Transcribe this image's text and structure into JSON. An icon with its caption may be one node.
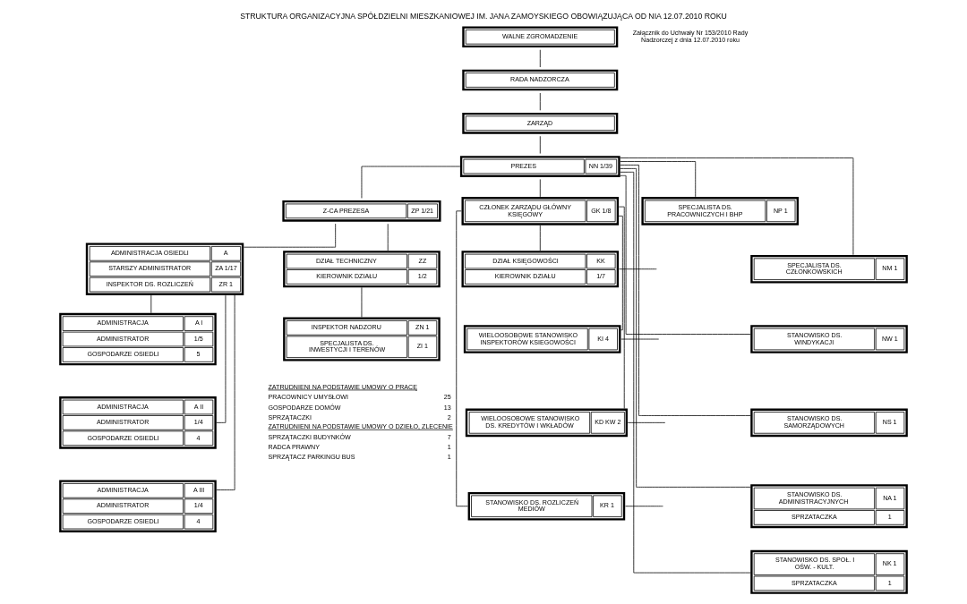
{
  "diagram": {
    "title": "STRUKTURA ORGANIZACYJNA SPÓŁDZIELNI MIESZKANIOWEJ IM. JANA ZAMOYSKIEGO OBOWIĄZUJĄCA OD NIA 12.07.2010 ROKU",
    "nodes": [
      {
        "text": [
          "WALNE ZGROMADZENIE"
        ]
      },
      {
        "text": [
          "RADA NADZORCZA"
        ]
      },
      {
        "text": [
          "ZARZĄD"
        ]
      },
      {
        "text": [
          "PREZES",
          "NN 1/39"
        ]
      },
      {
        "text": [
          "Z-CA PREZESA",
          "ZP 1/21"
        ]
      },
      {
        "text": [
          "CZŁONEK ZARZĄDU GŁÓWNY KSIĘGOWY",
          "GK 1/8"
        ]
      },
      {
        "text": [
          "ADMINISTRACJA OSIEDLI",
          "A",
          "STARSZY ADMINISTRATOR",
          "ZA 1/17",
          "INSPEKTOR DS. ROZLICZEŃ",
          "ZR 1"
        ]
      },
      {
        "text": [
          "ADMINISTRACJA",
          "A I",
          "ADMINISTRATOR",
          "1/5",
          "GOSPODARZE OSIEDLI",
          "5"
        ]
      },
      {
        "text": [
          "ADMINISTRACJA",
          "A II",
          "ADMINISTRATOR",
          "1/4",
          "GOSPODARZE OSIEDLI",
          "4"
        ]
      },
      {
        "text": [
          "ADMINISTRACJA",
          "A III",
          "ADMINISTRATOR",
          "1/4",
          "GOSPODARZE OSIEDLI",
          "4"
        ]
      },
      {
        "text": [
          "DZIAŁ TECHNICZNY",
          "ZZ",
          "KIEROWNIK DZIAŁU",
          "1/2"
        ]
      },
      {
        "text": [
          "INSPEKTOR NADZORU",
          "ZN 1",
          "SPECJALISTA DS. INWESTYCJI I TERENÓW",
          "ZI 1"
        ]
      },
      {
        "text": [
          "SPECJALISTA DS. PRACOWNICZYCH I BHP",
          "NP 1"
        ]
      },
      {
        "text": [
          "SPECJALISTA DS. CZŁONKOWSKICH",
          "NM 1"
        ]
      },
      {
        "text": [
          "STANOWISKO DS. WINDYKACJI",
          "NW 1"
        ]
      },
      {
        "text": [
          "STANOWISKO DS. SAMORZĄDOWYCH",
          "NS 1"
        ]
      },
      {
        "text": [
          "STANOWISKO DS. ADMINISTRACYJNYCH",
          "NA 1",
          "SPRZATACZKA",
          "1"
        ]
      },
      {
        "text": [
          "STANOWISKO DS. SPOŁ. I OŚW. - KULT.",
          "NK 1",
          "SPRZATACZKA",
          "1"
        ]
      },
      {
        "text": [
          "DZIAŁ KSIĘGOWOŚCI",
          "KK",
          "KIEROWNIK DZIAŁU",
          "1/7"
        ]
      },
      {
        "text": [
          "WIELOOSOBOWE STANOWISKO INSPEKTORÓW KSIEGOWOŚCI",
          "KI 4"
        ]
      },
      {
        "text": [
          "WIELOOSOBOWE STANOWISKO DS. KREDYTÓW I WKŁADÓW",
          "KD KW 2"
        ]
      },
      {
        "text": [
          "STANOWISKO DS. ROZLICZEŃ MEDIÓW",
          "KR 1"
        ]
      }
    ],
    "edges": [
      {
        "from": 0,
        "to": 1,
        "arrow": "none"
      },
      {
        "from": 1,
        "to": 2,
        "arrow": "none"
      },
      {
        "from": 2,
        "to": 3,
        "arrow": "none"
      },
      {
        "from": 3,
        "to": 4,
        "arrow": "none"
      },
      {
        "from": 3,
        "to": 5,
        "arrow": "none"
      },
      {
        "from": 4,
        "to": 6,
        "arrow": "none"
      },
      {
        "from": 4,
        "to": 10,
        "arrow": "none"
      },
      {
        "from": 10,
        "to": 11,
        "arrow": "none"
      },
      {
        "from": 6,
        "to": 7,
        "arrow": "none"
      },
      {
        "from": 6,
        "to": 8,
        "arrow": "none"
      },
      {
        "from": 6,
        "to": 9,
        "arrow": "none"
      },
      {
        "from": 3,
        "to": 12,
        "arrow": "none"
      },
      {
        "from": 3,
        "to": 13,
        "arrow": "none"
      },
      {
        "from": 3,
        "to": 14,
        "arrow": "none"
      },
      {
        "from": 3,
        "to": 15,
        "arrow": "none"
      },
      {
        "from": 3,
        "to": 16,
        "arrow": "none"
      },
      {
        "from": 3,
        "to": 17,
        "arrow": "none"
      },
      {
        "from": 5,
        "to": 18,
        "arrow": "none"
      },
      {
        "from": 5,
        "to": 19,
        "arrow": "none"
      },
      {
        "from": 5,
        "to": 20,
        "arrow": "none"
      },
      {
        "from": 5,
        "to": 21,
        "arrow": "none"
      },
      {
        "from": 18,
        "to": null,
        "arrow": "none"
      },
      {
        "from": 19,
        "to": null,
        "arrow": "none"
      },
      {
        "from": 20,
        "to": null,
        "arrow": "none"
      },
      {
        "from": 21,
        "to": null,
        "arrow": "none"
      }
    ],
    "labels": [
      "Załącznik do Uchwały Nr 153/2010 Rady Nadzorczej z dnia 12.07.2010 roku",
      "ZATRUDNIENI NA PODSTAWIE UMOWY O PRACĘ",
      "PRACOWNICY UMYSŁOWI",
      "25",
      "GOSPODARZE DOMÓW",
      "13",
      "SPRZĄTACZKI",
      "2",
      "ZATRUDNIENI NA PODSTAWIE UMOWY O DZIEŁO, ZLECENIE",
      "SPRZĄTACZKI BUDYNKÓW",
      "7",
      "RADCA PRAWNY",
      "1",
      "SPRZĄTACZ PARKINGU BUS",
      "1"
    ]
  }
}
